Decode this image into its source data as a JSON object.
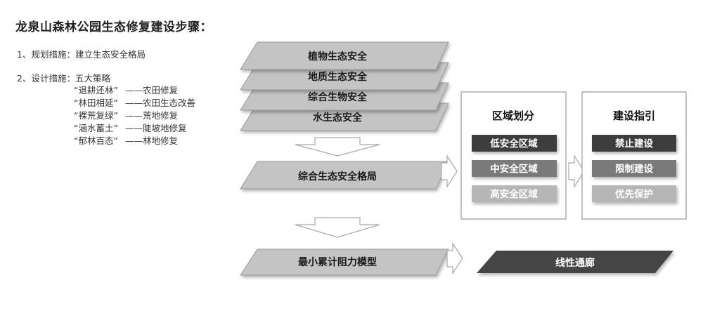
{
  "title": "龙泉山森林公园生态修复建设步骤：",
  "step1": "1、规划措施：建立生态安全格局",
  "step2": "2、设计措施：五大策略",
  "strategies": [
    {
      "name": "“退耕还林”",
      "desc": "——农田修复"
    },
    {
      "name": "“林田相延”",
      "desc": "——农田生态改善"
    },
    {
      "name": "“裸荒复绿”",
      "desc": "——荒地修复"
    },
    {
      "name": "“涵水蓄土”",
      "desc": "——陡坡地修复"
    },
    {
      "name": "“郁林百态”",
      "desc": "——林地修复"
    }
  ],
  "layers": [
    "植物生态安全",
    "地质生态安全",
    "综合生物安全",
    "水生态安全"
  ],
  "pattern": "综合生态安全格局",
  "model": "最小累计阻力模型",
  "corridor": "线性通廊",
  "zoning": {
    "title": "区域划分",
    "items": [
      "低安全区域",
      "中安全区域",
      "高安全区域"
    ]
  },
  "guidance": {
    "title": "建设指引",
    "items": [
      "禁止建设",
      "限制建设",
      "优先保护"
    ]
  },
  "colors": {
    "layer_fill": "#c4c4c4",
    "dark": "#3c3c3c",
    "mid": "#7a7a7a",
    "light": "#b6b6b6",
    "corridor": "#454545",
    "arrow_stroke": "#a8a8a8"
  }
}
